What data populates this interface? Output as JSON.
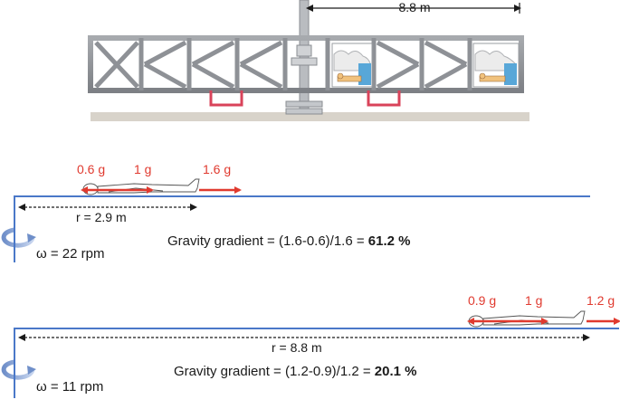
{
  "top_figure": {
    "radius_label": "8.8 m"
  },
  "panel_1": {
    "g_labels": [
      "0.6 g",
      "1 g",
      "1.6 g"
    ],
    "radius_label": "r = 2.9 m",
    "omega_label": "ω = 22 rpm",
    "formula_prefix": "Gravity gradient = (1.6-0.6)/1.6 = ",
    "formula_result": "61.2 %"
  },
  "panel_2": {
    "g_labels": [
      "0.9 g",
      "1 g",
      "1.2 g"
    ],
    "radius_label": "r = 8.8 m",
    "omega_label": "ω = 11 rpm",
    "formula_prefix": "Gravity gradient = (1.2-0.9)/1.2 = ",
    "formula_result": "20.1 %"
  },
  "colors": {
    "arrow": "#e03a2f",
    "arm": "#4a78c8",
    "truss": "#8e9196",
    "seat_handle": "#d9435a"
  }
}
